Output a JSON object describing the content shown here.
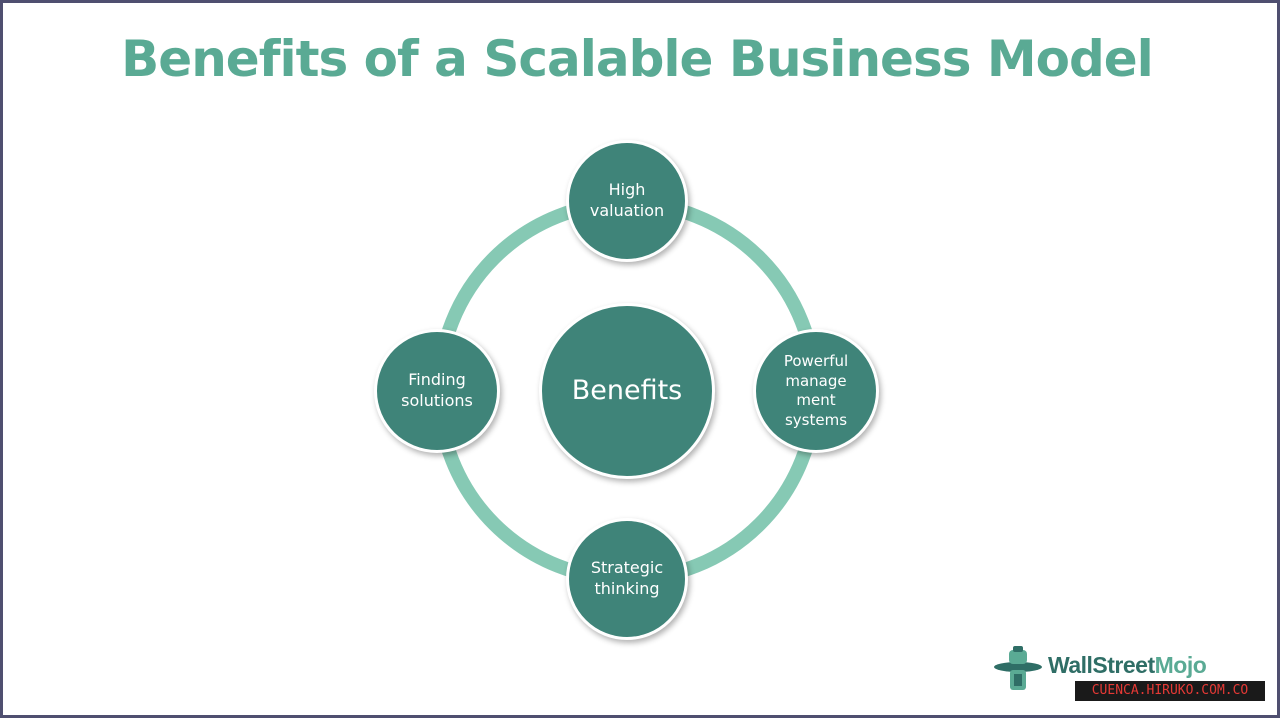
{
  "title": "Benefits of a Scalable Business Model",
  "colors": {
    "title": "#5aaa94",
    "ring": "#86c9b4",
    "node_fill": "#3f8479",
    "frame": "#4f4f70"
  },
  "diagram": {
    "center": {
      "label": "Benefits"
    },
    "nodes": {
      "top": {
        "lines": [
          "High",
          "valuation"
        ]
      },
      "right": {
        "lines": [
          "Powerful",
          "manage",
          "ment",
          "systems"
        ]
      },
      "bottom": {
        "lines": [
          "Strategic",
          "thinking"
        ]
      },
      "left": {
        "lines": [
          "Finding",
          "solutions"
        ]
      }
    }
  },
  "logo": {
    "brand": "WallStreet",
    "brand_accent": "Mojo"
  },
  "watermark": {
    "text": "CUENCA.HIRUKO.COM.CO"
  }
}
